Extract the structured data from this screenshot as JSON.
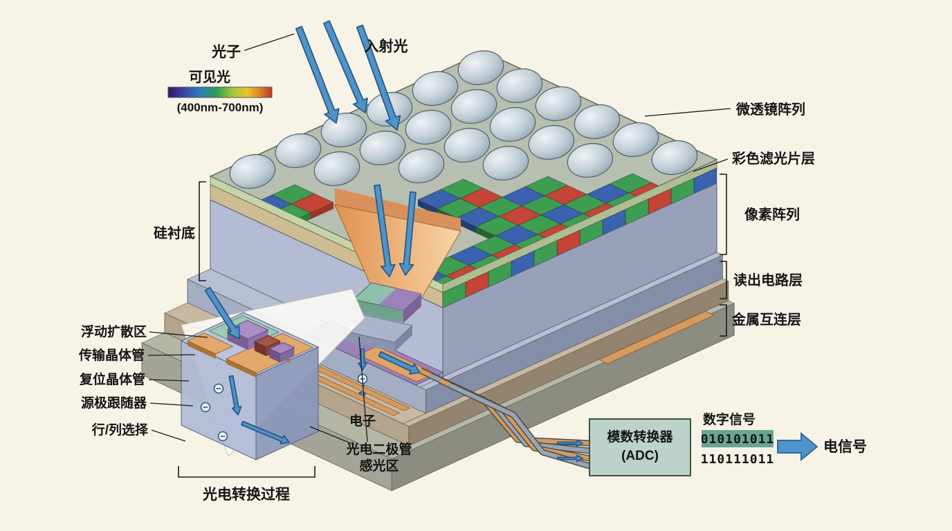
{
  "annotations": {
    "photon": "光子",
    "incident_light": "入射光",
    "spectrum": {
      "label": "可见光",
      "range": "(400nm-700nm)"
    },
    "layers": {
      "microlens": "微透镜阵列",
      "color_filter": "彩色滤光片层",
      "pixel_array": "像素阵列",
      "readout": "读出电路层",
      "metal_interconnect": "金属互连层",
      "silicon_substrate": "硅衬底"
    },
    "pixel_detail": {
      "floating_diffusion": "浮动扩散区",
      "transfer_transistor": "传输晶体管",
      "reset_transistor": "复位晶体管",
      "source_follower": "源极跟随器",
      "row_col_select": "行/列选择",
      "process_label": "光电转换过程",
      "photodiode_line1": "光电二极管",
      "photodiode_line2": "感光区",
      "electron": "电子"
    },
    "output": {
      "adc_line1": "模数转换器",
      "adc_line2": "(ADC)",
      "digital_signal": "数字信号",
      "binary_row1": "010101011",
      "binary_row2": "110111011",
      "electrical_signal": "电信号"
    }
  },
  "colors": {
    "background": "#f7f3e6",
    "filter_red": "#c44435",
    "filter_green": "#3d9e52",
    "filter_blue": "#3a62ae",
    "copper": "#d49a5f",
    "arrow_blue": "#4f93c8",
    "adc_fill": "#bdd2c8",
    "binary_highlight": "#68a592"
  }
}
